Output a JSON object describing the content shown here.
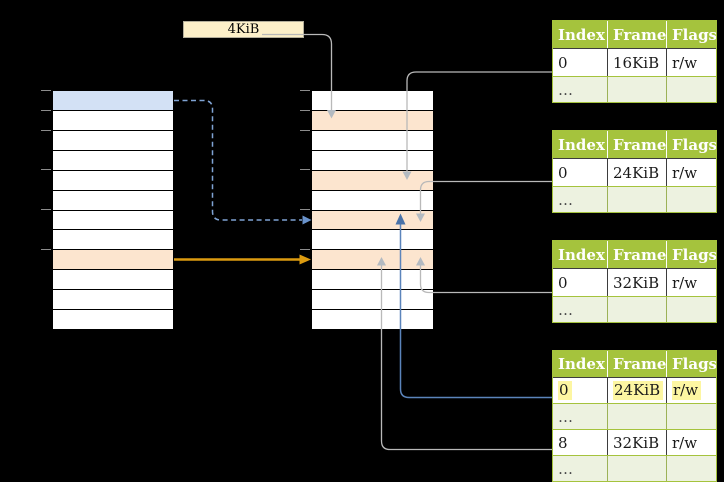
{
  "page_size_label": {
    "text": "4KiB"
  },
  "memory": {
    "left": {
      "rows": [
        "blue",
        "white",
        "white",
        "white",
        "white",
        "white",
        "white",
        "white",
        "orange",
        "white",
        "white",
        "white"
      ],
      "tick_marks": [
        0,
        1,
        2,
        4,
        6,
        8
      ]
    },
    "middle": {
      "rows": [
        "white",
        "orange",
        "white",
        "white",
        "orange",
        "white",
        "orange",
        "white",
        "orange",
        "white",
        "white",
        "white"
      ],
      "tick_marks": [
        0,
        1,
        2,
        4,
        6,
        8
      ]
    }
  },
  "page_tables": [
    {
      "headers": [
        "Index",
        "Frame",
        "Flags"
      ],
      "rows": [
        {
          "cells": [
            "0",
            "16KiB",
            "r/w"
          ],
          "style": "data",
          "highlight": false
        },
        {
          "cells": [
            "…",
            "",
            ""
          ],
          "style": "ellipsis",
          "highlight": false
        }
      ]
    },
    {
      "headers": [
        "Index",
        "Frame",
        "Flags"
      ],
      "rows": [
        {
          "cells": [
            "0",
            "24KiB",
            "r/w"
          ],
          "style": "data",
          "highlight": false
        },
        {
          "cells": [
            "…",
            "",
            ""
          ],
          "style": "ellipsis",
          "highlight": false
        }
      ]
    },
    {
      "headers": [
        "Index",
        "Frame",
        "Flags"
      ],
      "rows": [
        {
          "cells": [
            "0",
            "32KiB",
            "r/w"
          ],
          "style": "data",
          "highlight": false
        },
        {
          "cells": [
            "…",
            "",
            ""
          ],
          "style": "ellipsis",
          "highlight": false
        }
      ]
    },
    {
      "headers": [
        "Index",
        "Frame",
        "Flags"
      ],
      "rows": [
        {
          "cells": [
            "0",
            "24KiB",
            "r/w"
          ],
          "style": "data",
          "highlight": true
        },
        {
          "cells": [
            "…",
            "",
            ""
          ],
          "style": "ellipsis",
          "highlight": false
        },
        {
          "cells": [
            "8",
            "32KiB",
            "r/w"
          ],
          "style": "data",
          "highlight": false
        },
        {
          "cells": [
            "…",
            "",
            ""
          ],
          "style": "ellipsis",
          "highlight": false
        }
      ]
    }
  ],
  "colors": {
    "background": "#000000",
    "row_blue": "#d3e1f5",
    "row_orange": "#fce5cf",
    "label_box_bg": "#fdf0c9",
    "label_box_border": "#b3ae9b",
    "gray_line": "#b9b9b9",
    "gray_arrow": "#b3bac1",
    "blue_solid": "#5b84bb",
    "blue_dashed": "#7fa3d4",
    "orange_arrow": "#dc9b10",
    "pt_green": "#a5c33d",
    "pt_ellipsis_bg": "#edf2e0",
    "highlight": "#fdf6a2"
  }
}
